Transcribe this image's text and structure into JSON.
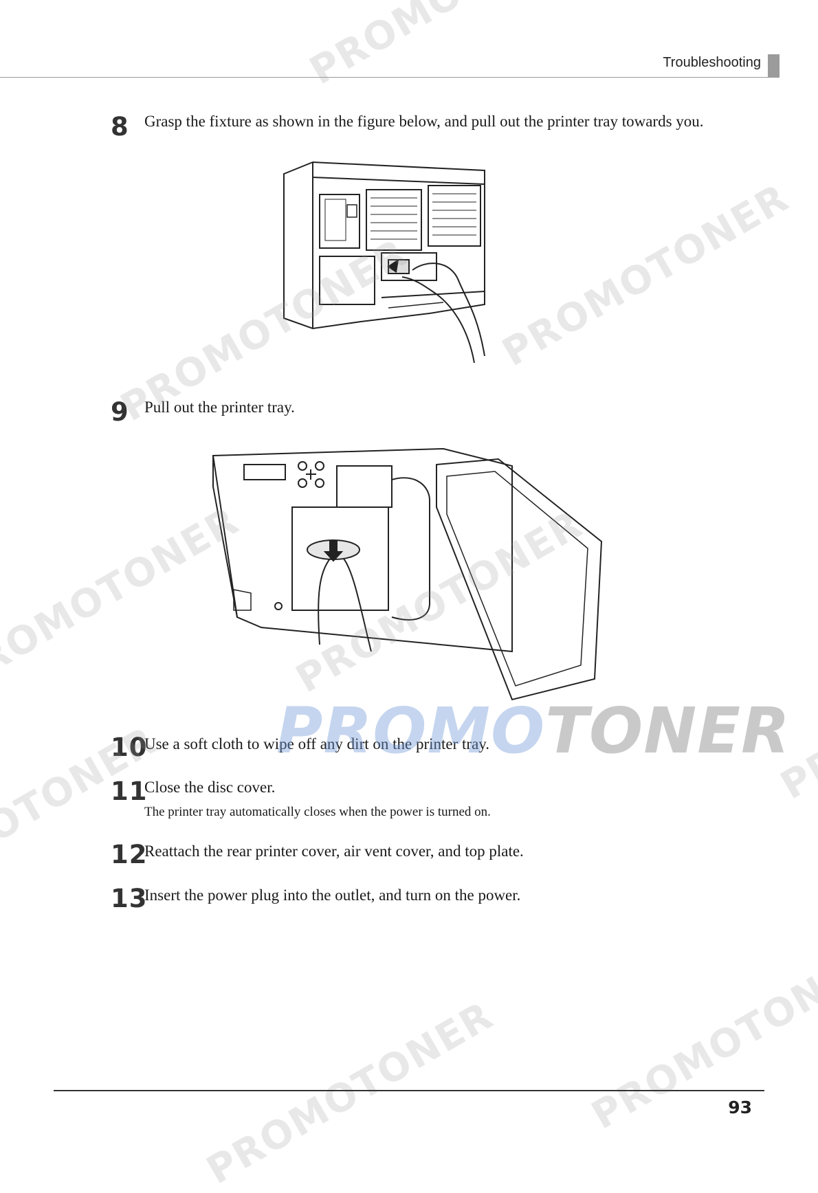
{
  "header": {
    "section_title": "Troubleshooting"
  },
  "steps": [
    {
      "number": "8",
      "text": "Grasp the fixture as shown in the figure below, and pull out the printer tray towards you."
    },
    {
      "number": "9",
      "text": "Pull out the printer tray."
    },
    {
      "number": "10",
      "text": "Use a soft cloth to wipe off any dirt on the printer tray."
    },
    {
      "number": "11",
      "text": "Close the disc cover.",
      "note": "The printer tray automatically closes when the power is turned on."
    },
    {
      "number": "12",
      "text": "Reattach the rear printer cover, air vent cover, and top plate."
    },
    {
      "number": "13",
      "text": "Insert the power plug into the outlet, and turn on the power."
    }
  ],
  "watermark": {
    "text": "PROMOTONER",
    "big_part1": "PROMO",
    "big_part2": "TONER"
  },
  "footer": {
    "page_number": "93"
  }
}
